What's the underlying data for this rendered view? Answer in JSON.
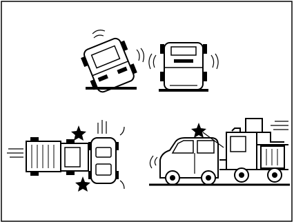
{
  "figure": {
    "background": "#ffffff",
    "ink": "#000000",
    "panels": [
      {
        "id": "rollover",
        "icons": [
          "vehicle-tipping-icon",
          "vehicle-upright-icon",
          "motion-lines-icon"
        ]
      },
      {
        "id": "side-impact",
        "icons": [
          "truck-top-view-icon",
          "car-top-view-icon",
          "impact-star-icon"
        ]
      },
      {
        "id": "rear-underride",
        "icons": [
          "car-side-view-icon",
          "truck-side-view-icon",
          "impact-star-icon"
        ]
      }
    ]
  }
}
